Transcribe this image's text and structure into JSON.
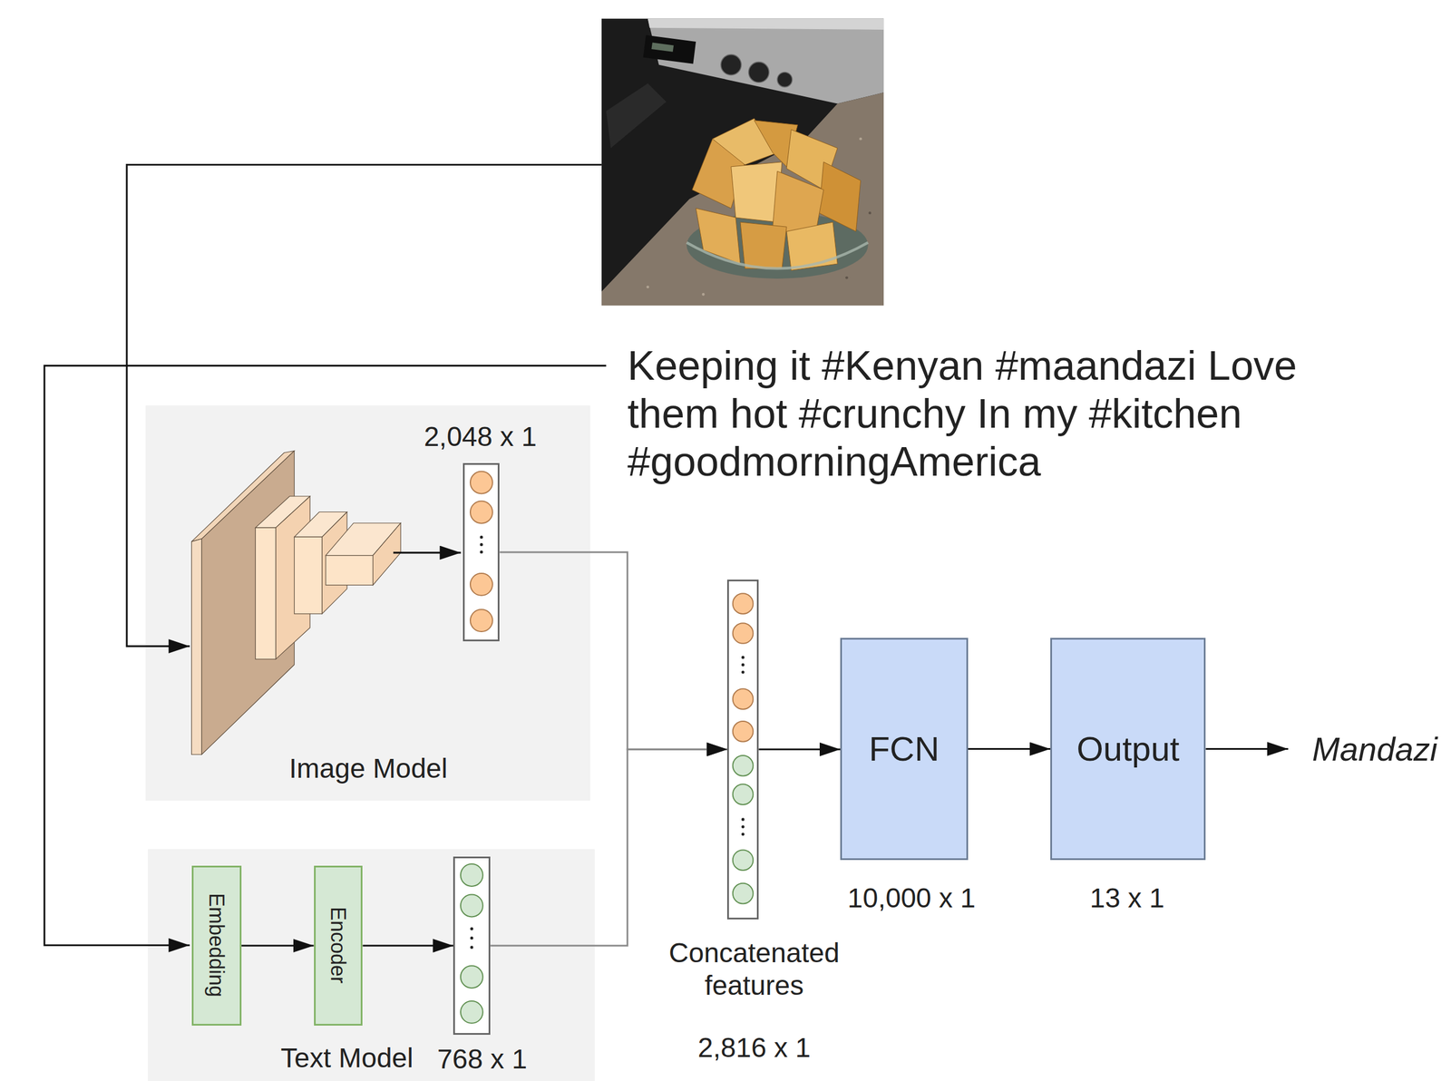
{
  "diagram": {
    "nodes": [
      {
        "text": [
          "Image Model"
        ]
      },
      {
        "text": [
          "2,048 x 1"
        ],
        "in": 0
      },
      {
        "text": [
          "Text Model"
        ]
      },
      {
        "text": [
          "Embedding"
        ],
        "in": 2
      },
      {
        "text": [
          "Encoder"
        ],
        "in": 2
      },
      {
        "text": [
          "768 x 1"
        ],
        "in": 2
      },
      {
        "text": [
          "Concatenated features",
          "2,816 x 1"
        ]
      },
      {
        "text": [
          "FCN",
          "10,000 x 1"
        ]
      },
      {
        "text": [
          "Output",
          "13 x 1"
        ]
      }
    ],
    "edges": [
      {
        "from": 3,
        "to": 4,
        "arrow": "to"
      },
      {
        "from": 4,
        "to": 5,
        "arrow": "to"
      },
      {
        "from": 1,
        "to": 6,
        "arrow": "to"
      },
      {
        "from": 5,
        "to": 6,
        "arrow": "to"
      },
      {
        "from": 6,
        "to": 7,
        "arrow": "to"
      },
      {
        "from": 7,
        "to": 8,
        "arrow": "to"
      }
    ],
    "labels": [
      "Keeping it #Kenyan #maandazi Love them hot #crunchy In my #kitchen #goodmorningAmerica",
      "Mandazi"
    ]
  }
}
